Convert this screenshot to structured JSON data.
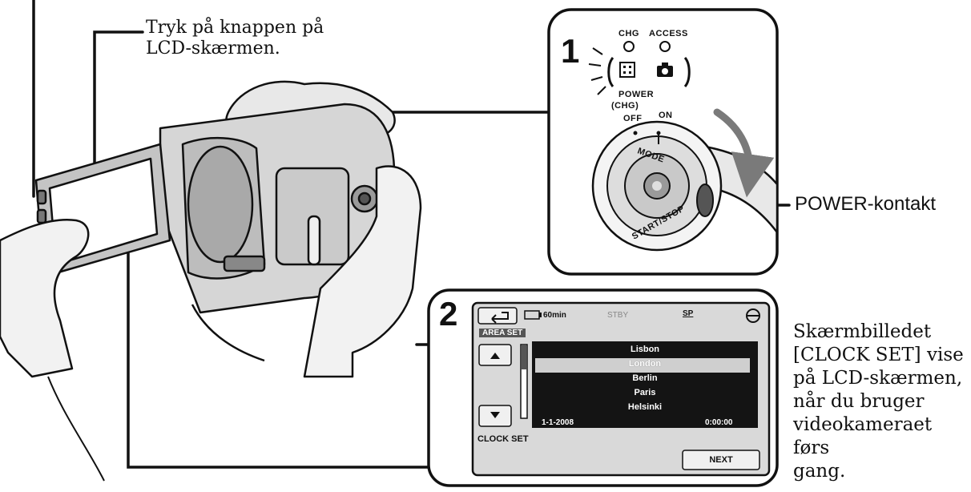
{
  "callouts": {
    "top_text_line1": "Tryk på knappen på",
    "top_text_line2": "LCD-skærmen.",
    "power_switch": "POWER-kontakt",
    "clock_set_info": [
      "Skærmbilledet",
      "[CLOCK SET] vise",
      "på LCD-skærmen,",
      "når du bruger",
      "videokameraet førs",
      "gang."
    ]
  },
  "step1": {
    "number": "1",
    "chg": "CHG",
    "access": "ACCESS",
    "power": "POWER",
    "chg_paren": "(CHG)",
    "off": "OFF",
    "on": "ON",
    "mode": "MODE",
    "start_stop": "START/STOP"
  },
  "step2": {
    "number": "2",
    "battery": "60min",
    "status": "STBY",
    "quality": "SP",
    "area_set": "AREA SET",
    "cities": [
      "Lisbon",
      "London",
      "Berlin",
      "Paris",
      "Helsinki"
    ],
    "selected_index": 1,
    "date": "1-1-2008",
    "time": "0:00:00",
    "clock_set": "CLOCK SET",
    "next": "NEXT"
  },
  "colors": {
    "lcd_bg": "#d9d9d9",
    "lcd_list_bg": "#141414",
    "lcd_selected": "#cfcfcf",
    "arrow_gray": "#7a7a7a"
  }
}
